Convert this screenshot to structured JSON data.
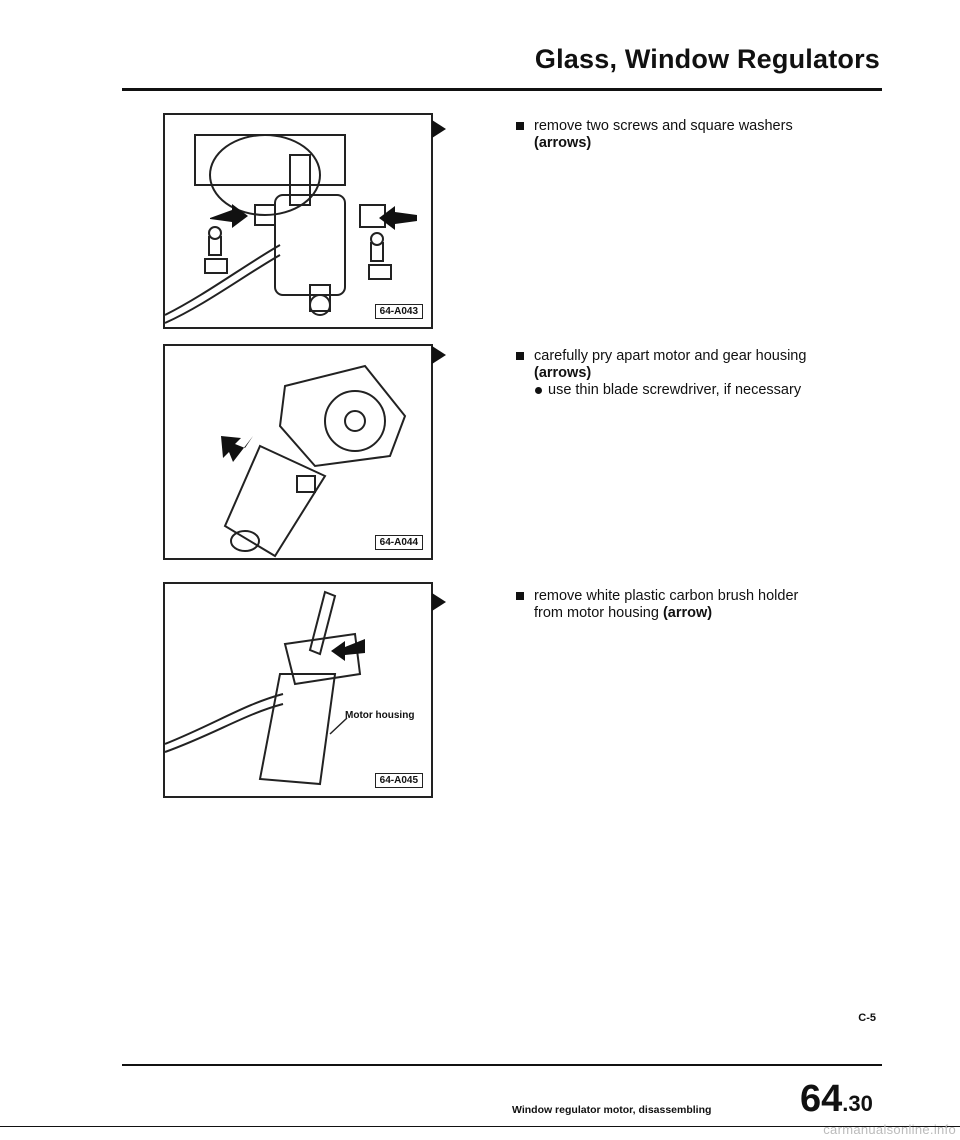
{
  "header": {
    "title": "Glass, Window Regulators"
  },
  "figures": [
    {
      "code": "64-A043"
    },
    {
      "code": "64-A044"
    },
    {
      "code": "64-A045",
      "callout": "Motor housing"
    }
  ],
  "steps": [
    {
      "text": "remove two screws and square washers",
      "emphasis": "(arrows)"
    },
    {
      "text": "carefully pry apart motor and gear housing",
      "emphasis": "(arrows)",
      "sub": "use thin blade screwdriver, if necessary"
    },
    {
      "text": "remove white plastic carbon brush holder",
      "line2": "from motor housing",
      "emphasis": "(arrow)"
    }
  ],
  "page_id": "C-5",
  "footer": {
    "text": "Window regulator motor, disassembling",
    "section_major": "64",
    "section_minor": ".30"
  },
  "watermark": "carmanualsonline.info"
}
